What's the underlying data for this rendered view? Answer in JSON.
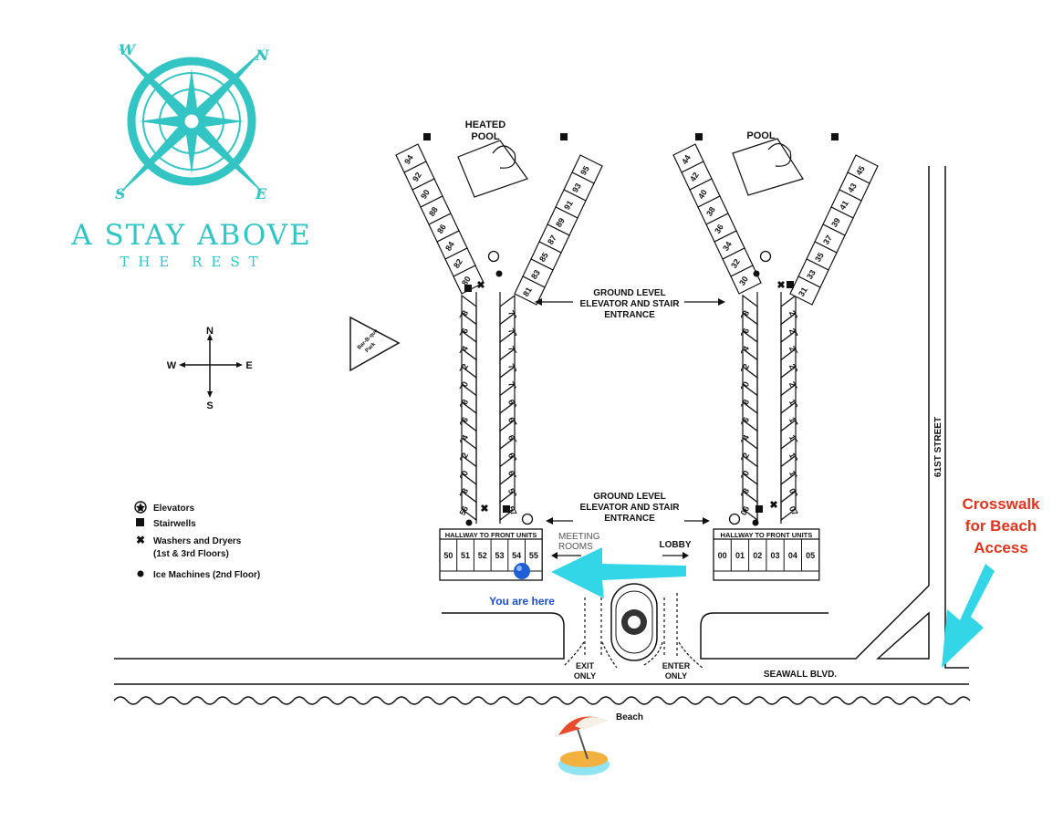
{
  "brand": {
    "name": "A STAY ABOVE",
    "tagline": "THE REST",
    "compass": {
      "n": "N",
      "e": "E",
      "s": "S",
      "w": "W"
    },
    "color": "#33c4c4"
  },
  "compass_rose": {
    "n": "N",
    "e": "E",
    "s": "S",
    "w": "W"
  },
  "legend": [
    {
      "icon": "elevator-icon",
      "label": "Elevators"
    },
    {
      "icon": "stairwell-icon",
      "label": "Stairwells"
    },
    {
      "icon": "washer-dryer-icon",
      "label": "Washers and Dryers"
    },
    {
      "icon": "",
      "label": "(1st & 3rd Floors)"
    },
    {
      "icon": "ice-machine-icon",
      "label": "Ice Machines (2nd Floor)"
    }
  ],
  "labels": {
    "heated_pool_1": "HEATED",
    "heated_pool_2": "POOL",
    "pool": "POOL",
    "bbq_1": "Bar-B-que",
    "bbq_2": "Park",
    "ground_top_1": "GROUND LEVEL",
    "ground_top_2": "ELEVATOR AND STAIR",
    "ground_top_3": "ENTRANCE",
    "ground_bot_1": "GROUND LEVEL",
    "ground_bot_2": "ELEVATOR AND STAIR",
    "ground_bot_3": "ENTRANCE",
    "hallway_left": "HALLWAY TO FRONT UNITS",
    "hallway_right": "HALLWAY TO FRONT UNITS",
    "meeting_1": "MEETING",
    "meeting_2": "ROOMS",
    "lobby": "LOBBY",
    "you_are_here": "You are here",
    "exit_1": "EXIT",
    "exit_2": "ONLY",
    "enter_1": "ENTER",
    "enter_2": "ONLY",
    "seawall": "SEAWALL BLVD.",
    "street": "61ST STREET",
    "crosswalk_1": "Crosswalk",
    "crosswalk_2": "for Beach",
    "crosswalk_3": "Access",
    "beach": "Beach"
  },
  "units": {
    "west_wing_left": [
      "78",
      "76",
      "74",
      "72",
      "70",
      "68",
      "66",
      "64",
      "62",
      "60",
      "58",
      "56"
    ],
    "west_wing_right": [
      "79",
      "77",
      "75",
      "73",
      "71",
      "69",
      "67",
      "65",
      "63",
      "61",
      "59",
      "57"
    ],
    "west_arm_left": [
      "94",
      "92",
      "90",
      "88",
      "86",
      "84",
      "82",
      "80"
    ],
    "west_arm_right": [
      "95",
      "93",
      "91",
      "89",
      "87",
      "85",
      "83",
      "81"
    ],
    "west_front": [
      "50",
      "51",
      "52",
      "53",
      "54",
      "55"
    ],
    "east_wing_left": [
      "28",
      "26",
      "24",
      "22",
      "20",
      "18",
      "16",
      "14",
      "12",
      "10",
      "08",
      "06"
    ],
    "east_wing_right": [
      "29",
      "27",
      "25",
      "23",
      "21",
      "19",
      "17",
      "15",
      "13",
      "11",
      "09",
      "07"
    ],
    "east_arm_left": [
      "44",
      "42",
      "40",
      "38",
      "36",
      "34",
      "32",
      "30"
    ],
    "east_arm_right": [
      "45",
      "43",
      "41",
      "39",
      "37",
      "35",
      "33",
      "31"
    ],
    "east_front": [
      "00",
      "01",
      "02",
      "03",
      "04",
      "05"
    ]
  },
  "colors": {
    "accent": "#33d6e6",
    "marker": "#1f5fd6",
    "you_are_here": "#1f4fc8",
    "crosswalk": "#e0321c"
  }
}
